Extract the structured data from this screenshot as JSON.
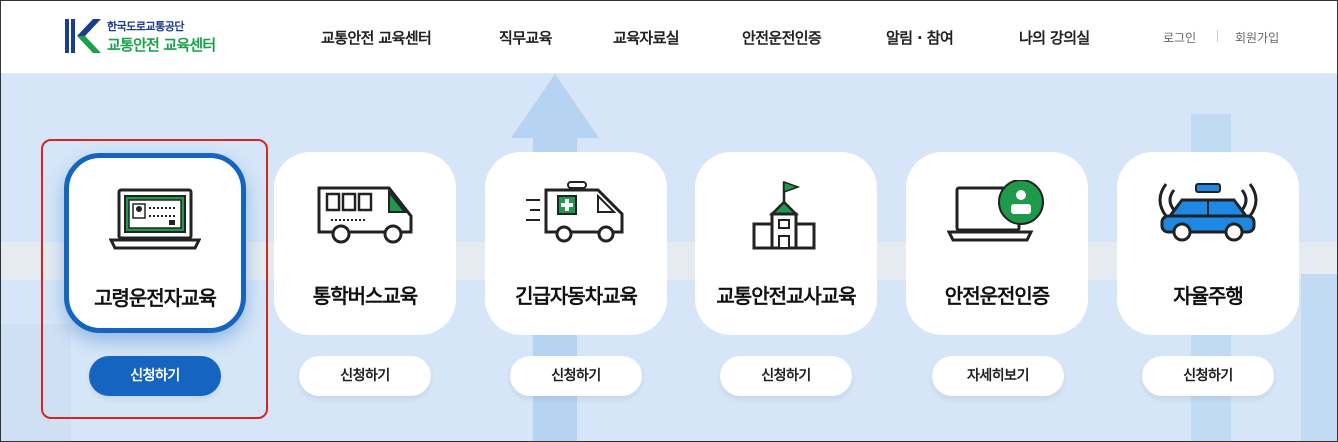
{
  "header": {
    "logo": {
      "org_name": "한국도로교통공단",
      "center_name": "교통안전 교육센터"
    },
    "nav": [
      "교통안전 교육센터",
      "직무교육",
      "교육자료실",
      "안전운전인증",
      "알림 · 참여",
      "나의 강의실"
    ],
    "util": {
      "login": "로그인",
      "signup": "회원가입"
    }
  },
  "colors": {
    "primary": "#1565c0",
    "green": "#19a24a",
    "hero_bg": "#d6e6f8",
    "highlight": "#d7261e"
  },
  "cards": [
    {
      "title": "고령운전자교육",
      "button": "신청하기",
      "icon": "laptop-license-icon",
      "selected": true
    },
    {
      "title": "통학버스교육",
      "button": "신청하기",
      "icon": "school-bus-icon",
      "selected": false
    },
    {
      "title": "긴급자동차교육",
      "button": "신청하기",
      "icon": "ambulance-icon",
      "selected": false
    },
    {
      "title": "교통안전교사교육",
      "button": "신청하기",
      "icon": "school-building-icon",
      "selected": false
    },
    {
      "title": "안전운전인증",
      "button": "자세히보기",
      "icon": "laptop-user-icon",
      "selected": false
    },
    {
      "title": "자율주행",
      "button": "신청하기",
      "icon": "autonomous-car-icon",
      "selected": false
    }
  ]
}
